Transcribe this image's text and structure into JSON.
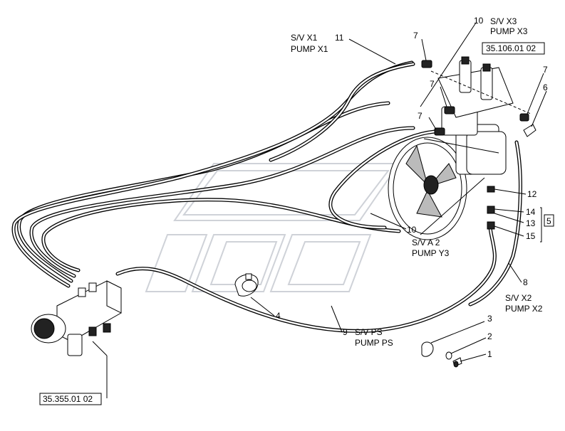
{
  "callouts": {
    "c1": "1",
    "c2": "2",
    "c3": "3",
    "c4": "4",
    "c5": "5",
    "c6": "6",
    "c7a": "7",
    "c7b": "7",
    "c7c": "7",
    "c7d": "7",
    "c8": "8",
    "c9": "9",
    "c10a": "10",
    "c10b": "10",
    "c11": "11",
    "c12": "12",
    "c13": "13",
    "c14": "14",
    "c15": "15"
  },
  "labels": {
    "sv_x1_a": "S/V X1",
    "sv_x1_b": "PUMP X1",
    "sv_x3_a": "S/V X3",
    "sv_x3_b": "PUMP X3",
    "sv_a2_a": "S/V A 2",
    "sv_a2_b": "PUMP Y3",
    "sv_x2_a": "S/V X2",
    "sv_x2_b": "PUMP X2",
    "sv_ps_a": "S/V PS",
    "sv_ps_b": "PUMP PS"
  },
  "references": {
    "ref_top": "35.106.01 02",
    "ref_bottom": "35.355.01 02"
  }
}
